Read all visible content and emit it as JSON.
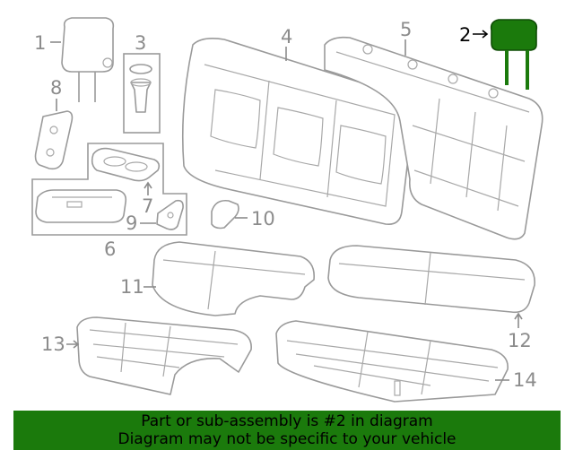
{
  "colors": {
    "highlight": "#1b7a0c",
    "part_stroke": "#9a9a9a",
    "callout_text": "#8c8c8c",
    "highlight_text": "#000000"
  },
  "highlighted_part": "2",
  "callouts": {
    "c1": "1",
    "c2": "2",
    "c3": "3",
    "c4": "4",
    "c5": "5",
    "c6": "6",
    "c7": "7",
    "c8": "8",
    "c9": "9",
    "c10": "10",
    "c11": "11",
    "c12": "12",
    "c13": "13",
    "c14": "14"
  },
  "banner": {
    "line1": "Part or sub-assembly is #2 in diagram",
    "line2": "Diagram may not be specific to your vehicle"
  }
}
